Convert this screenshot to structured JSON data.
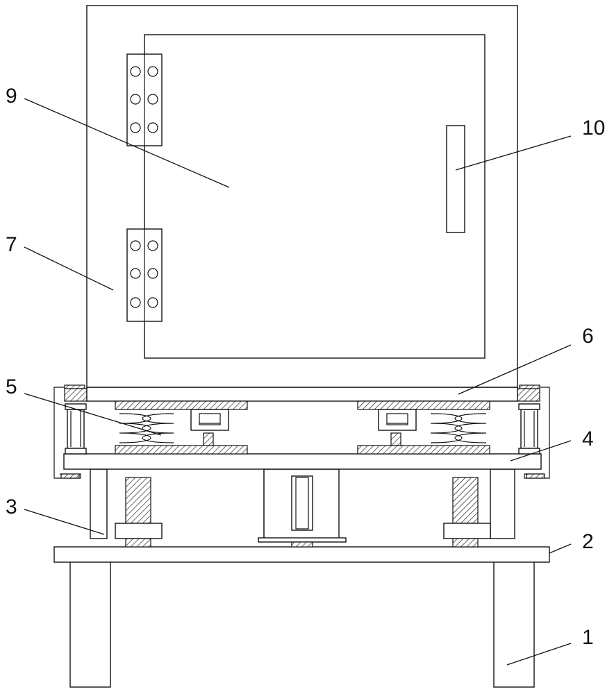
{
  "labels": {
    "l1": "1",
    "l2": "2",
    "l3": "3",
    "l4": "4",
    "l5": "5",
    "l6": "6",
    "l7": "7",
    "l9": "9",
    "l10": "10"
  }
}
